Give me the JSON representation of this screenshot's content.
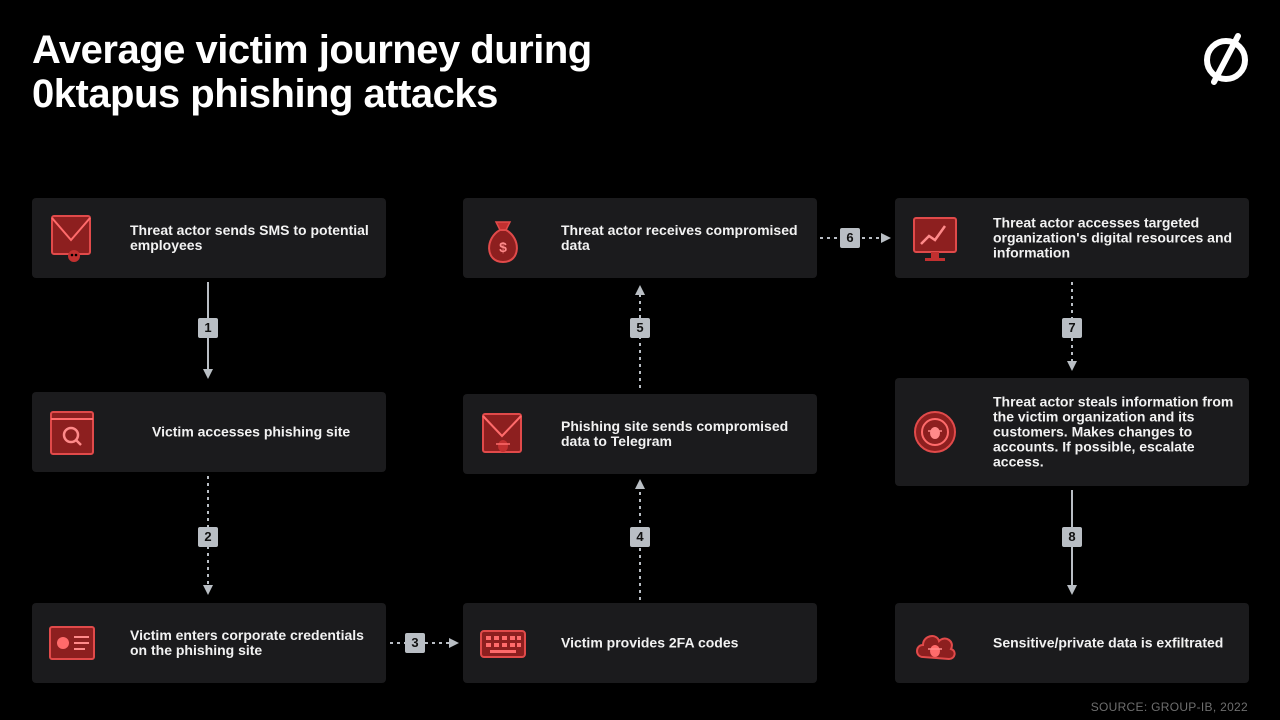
{
  "title": {
    "line1": "Average victim journey during",
    "line2": "0ktapus phishing attacks"
  },
  "logo_icon": "group-ib-logo-icon",
  "accent_color": "#d93a3a",
  "nodes": {
    "n1": {
      "label": "Threat actor sends SMS to potential employees",
      "icon": "envelope-skull-icon"
    },
    "n2": {
      "label": "Victim accesses phishing site",
      "icon": "browser-search-icon"
    },
    "n3": {
      "label": "Victim enters corporate credentials on the phishing site",
      "icon": "id-card-bug-icon"
    },
    "n4": {
      "label": "Victim provides 2FA codes",
      "icon": "keyboard-icon"
    },
    "n5": {
      "label": "Phishing site sends compromised data to Telegram",
      "icon": "envelope-bug-icon"
    },
    "n6": {
      "label": "Threat actor receives compromised data",
      "icon": "money-bag-icon"
    },
    "n7": {
      "label": "Threat actor accesses targeted organization's digital resources and information",
      "icon": "monitor-chart-icon"
    },
    "n8": {
      "label": "Threat actor steals information from the victim organization and its customers. Makes changes to accounts. If possible, escalate access.",
      "icon": "bug-target-icon"
    },
    "n9": {
      "label": "Sensitive/private data is exfiltrated",
      "icon": "cloud-bug-icon"
    }
  },
  "steps": [
    "1",
    "2",
    "3",
    "4",
    "5",
    "6",
    "7",
    "8"
  ],
  "source": "SOURCE: GROUP-IB, 2022"
}
